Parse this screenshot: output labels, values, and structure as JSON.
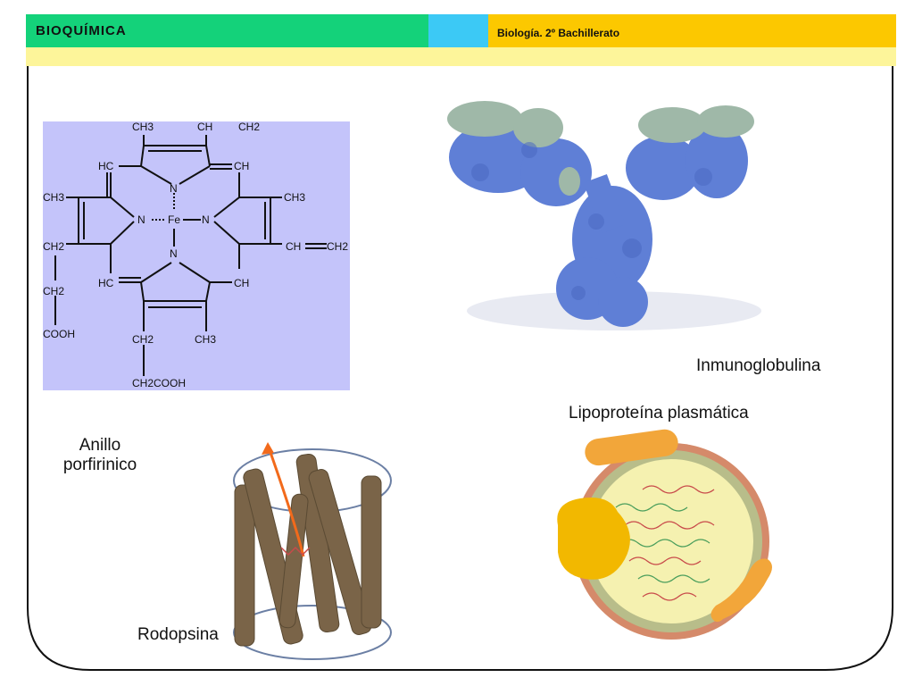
{
  "header": {
    "title": "BIOQUÍMICA",
    "subtitle": "Biología. 2º Bachillerato"
  },
  "colors": {
    "header_green": "#14d27a",
    "header_cyan": "#3cc9f5",
    "header_gold": "#fcc800",
    "header_strip": "#fdf59a",
    "porphyrin_bg": "#c4c4fa",
    "protein_blue": "#5f7fd6",
    "protein_teal": "#9fb8a8",
    "helix_brown": "#7a6448",
    "lipid_gold": "#f2b800"
  },
  "labels": {
    "porphyrin_line1": "Anillo",
    "porphyrin_line2": "porfirinico",
    "immunoglobulin": "Inmunoglobulina",
    "lipoprotein": "Lipoproteína plasmática",
    "rhodopsin": "Rodopsina"
  },
  "porphyrin_formula": {
    "t1": "CH3",
    "t2": "CH",
    "t3": "CH2",
    "t4": "HC",
    "t5": "CH",
    "t6": "N",
    "t7": "CH3",
    "t8": "CH3",
    "t9": "N",
    "t10": "Fe",
    "t11": "N",
    "t12": "CH2",
    "t13": "CH",
    "t14": "CH2",
    "t15": "N",
    "t16": "CH2",
    "t17": "HC",
    "t18": "CH",
    "t19": "COOH",
    "t20": "CH2",
    "t21": "CH3",
    "t22": "CH2COOH"
  }
}
